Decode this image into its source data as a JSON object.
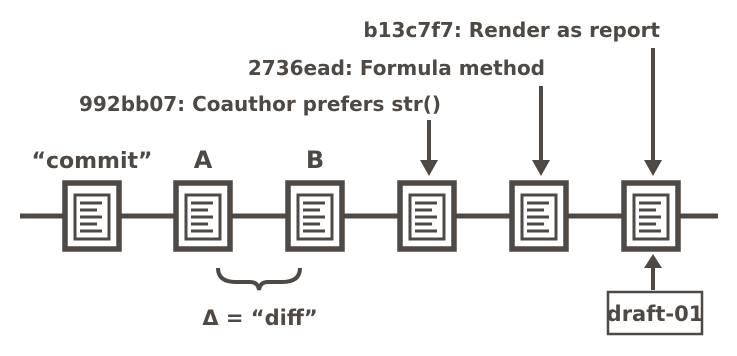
{
  "labels": {
    "commit": "“commit”",
    "a": "A",
    "b": "B",
    "diff": "Δ = “diff”"
  },
  "messages": [
    {
      "text": "992bb07: Coauthor prefers str()"
    },
    {
      "text": "2736ead: Formula method"
    },
    {
      "text": "b13c7f7: Render as report"
    }
  ],
  "tag": {
    "text": "draft-01"
  },
  "colors": {
    "ink": "#4e4944",
    "background": "#ffffff"
  },
  "icons": {
    "commit": "document-icon"
  }
}
